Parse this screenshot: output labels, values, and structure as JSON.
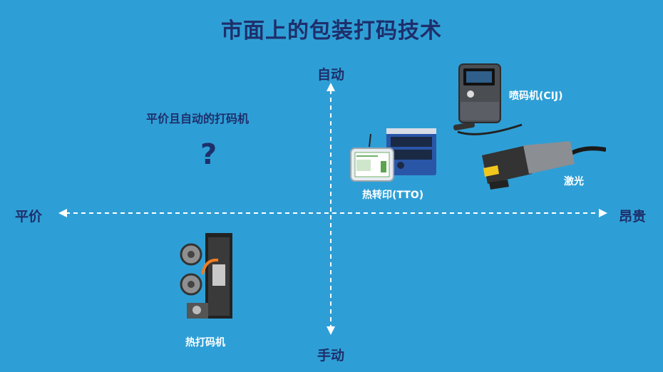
{
  "title": "市面上的包装打码技术",
  "axes": {
    "top": "自动",
    "bottom": "手动",
    "left": "平价",
    "right": "昂贵"
  },
  "quadrant_note": {
    "text": "平价且自动的打码机",
    "mark": "?"
  },
  "products": {
    "cij": "喷码机(CIJ)",
    "tto": "热转印(TTO)",
    "laser": "激光",
    "thermal": "热打码机"
  },
  "colors": {
    "background": "#2e9fd6",
    "dark_text": "#1e2f6b",
    "axis": "#ffffff"
  }
}
